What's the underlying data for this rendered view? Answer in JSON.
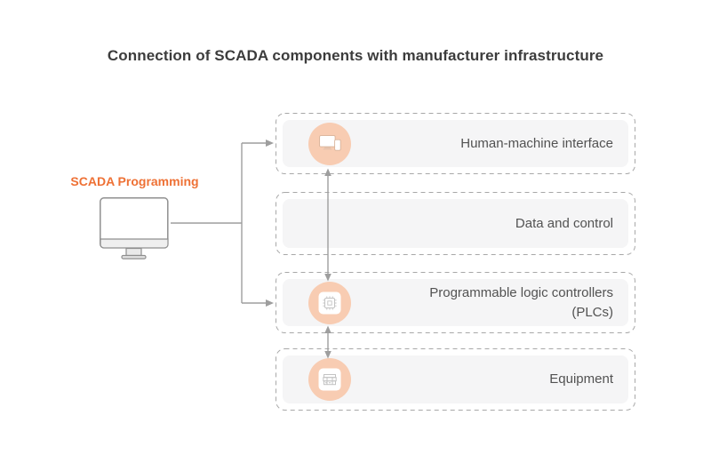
{
  "title": "Connection of SCADA components with manufacturer infrastructure",
  "source": {
    "label": "SCADA Programming",
    "icon": "imac-monitor-icon"
  },
  "components": [
    {
      "id": "hmi",
      "label": "Human-machine interface",
      "icon": "devices-icon"
    },
    {
      "id": "data-and-control",
      "label": "Data and control",
      "icon": null
    },
    {
      "id": "plcs",
      "label": "Programmable logic controllers (PLCs)",
      "icon": "plc-chip-icon"
    },
    {
      "id": "equipment",
      "label": "Equipment",
      "icon": "equipment-machine-icon"
    }
  ],
  "connections": [
    {
      "from": "scada-programming",
      "to": "hmi",
      "style": "arrow"
    },
    {
      "from": "scada-programming",
      "to": "plcs",
      "style": "arrow"
    },
    {
      "between": [
        "hmi",
        "plcs"
      ],
      "style": "double-arrow"
    },
    {
      "between": [
        "plcs",
        "equipment"
      ],
      "style": "double-arrow"
    }
  ],
  "colors": {
    "accent_orange": "#ee7135",
    "icon_circle_peach": "#f8ccb2",
    "panel_gray": "#f5f5f6",
    "dashed_border_gray": "#a8a8a8",
    "connector_gray": "#9e9e9e",
    "title_text": "#3c3c3c",
    "label_text": "#525252"
  }
}
